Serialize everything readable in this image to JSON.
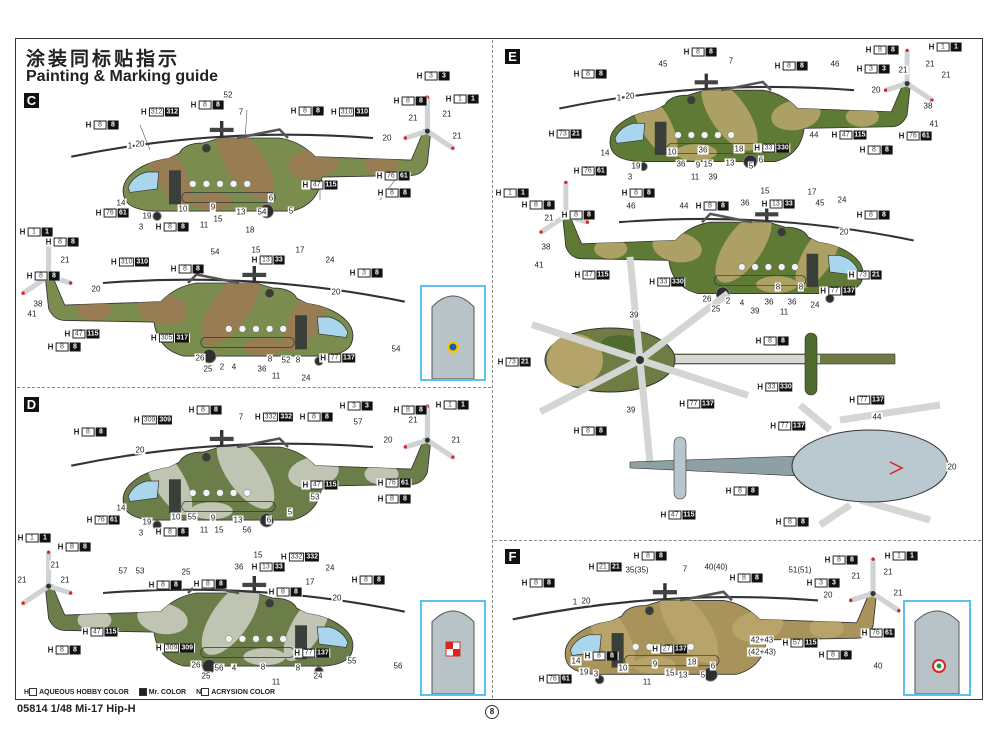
{
  "header": {
    "title_cn": "涂装同标贴指示",
    "title_en": "Painting & Marking guide"
  },
  "sections": {
    "c": "C",
    "d": "D",
    "e": "E",
    "f": "F"
  },
  "inset_labels": {
    "c": "54",
    "d": "56",
    "f": "40"
  },
  "legend": {
    "aqueous_prefix": "H",
    "aqueous": "AQUEOUS HOBBY COLOR",
    "mr": "Mr. COLOR",
    "acrysion_prefix": "N",
    "acrysion": "ACRYSION COLOR"
  },
  "footer": {
    "product": "05814 1/48 Mi-17 Hip-H",
    "page": "8"
  },
  "colors": {
    "accent_inset_border": "#5bc2ee",
    "camo_green": "#7a8c4e",
    "camo_brown": "#9b7a55",
    "sand": "#b5a46a",
    "grey_blue": "#b9c9cf"
  },
  "views": {
    "c1": {
      "numbers": [
        "52",
        "7",
        "1",
        "20",
        "14",
        "19",
        "3",
        "10",
        "11",
        "9",
        "15",
        "13",
        "18",
        "54",
        "6",
        "5",
        "20",
        "21",
        "21",
        "21"
      ],
      "chips": [
        {
          "a": "8",
          "b": "8"
        },
        {
          "a": "312",
          "b": "312"
        },
        {
          "a": "8",
          "b": "8"
        },
        {
          "a": "8",
          "b": "8"
        },
        {
          "a": "310",
          "b": "310"
        },
        {
          "a": "8",
          "b": "8"
        },
        {
          "a": "1",
          "b": "1"
        },
        {
          "a": "3",
          "b": "3"
        },
        {
          "a": "76",
          "b": "61"
        },
        {
          "a": "8",
          "b": "8"
        },
        {
          "a": "47",
          "b": "115"
        },
        {
          "a": "76",
          "b": "61"
        },
        {
          "a": "8",
          "b": "8"
        }
      ]
    },
    "c2": {
      "numbers": [
        "54",
        "15",
        "17",
        "24",
        "20",
        "21",
        "38",
        "20",
        "41",
        "26",
        "25",
        "2",
        "4",
        "36",
        "8",
        "11",
        "52",
        "8",
        "24"
      ],
      "chips": [
        {
          "a": "1",
          "b": "1"
        },
        {
          "a": "8",
          "b": "8"
        },
        {
          "a": "8",
          "b": "8"
        },
        {
          "a": "310",
          "b": "310"
        },
        {
          "a": "8",
          "b": "8"
        },
        {
          "a": "13",
          "b": "33"
        },
        {
          "a": "3",
          "b": "8"
        },
        {
          "a": "47",
          "b": "115"
        },
        {
          "a": "8",
          "b": "8"
        },
        {
          "a": "305",
          "b": "317"
        },
        {
          "a": "77",
          "b": "137"
        }
      ]
    },
    "d1": {
      "numbers": [
        "7",
        "57",
        "20",
        "14",
        "19",
        "3",
        "10",
        "55",
        "9",
        "11",
        "15",
        "13",
        "56",
        "6",
        "5",
        "53",
        "20",
        "21",
        "21"
      ],
      "chips": [
        {
          "a": "8",
          "b": "8"
        },
        {
          "a": "309",
          "b": "309"
        },
        {
          "a": "8",
          "b": "8"
        },
        {
          "a": "332",
          "b": "332"
        },
        {
          "a": "8",
          "b": "8"
        },
        {
          "a": "8",
          "b": "8"
        },
        {
          "a": "1",
          "b": "1"
        },
        {
          "a": "3",
          "b": "3"
        },
        {
          "a": "47",
          "b": "115"
        },
        {
          "a": "76",
          "b": "61"
        },
        {
          "a": "8",
          "b": "8"
        },
        {
          "a": "76",
          "b": "61"
        },
        {
          "a": "8",
          "b": "8"
        }
      ]
    },
    "d2": {
      "numbers": [
        "21",
        "21",
        "21",
        "57",
        "53",
        "25",
        "36",
        "15",
        "17",
        "24",
        "20",
        "26",
        "25",
        "56",
        "4",
        "8",
        "11",
        "8",
        "24",
        "55"
      ],
      "chips": [
        {
          "a": "1",
          "b": "1"
        },
        {
          "a": "8",
          "b": "8"
        },
        {
          "a": "8",
          "b": "8"
        },
        {
          "a": "8",
          "b": "8"
        },
        {
          "a": "8",
          "b": "8"
        },
        {
          "a": "332",
          "b": "332"
        },
        {
          "a": "13",
          "b": "33"
        },
        {
          "a": "8",
          "b": "8"
        },
        {
          "a": "47",
          "b": "115"
        },
        {
          "a": "8",
          "b": "8"
        },
        {
          "a": "309",
          "b": "309"
        },
        {
          "a": "77",
          "b": "137"
        }
      ]
    },
    "e1": {
      "numbers": [
        "45",
        "7",
        "46",
        "1",
        "20",
        "14",
        "19",
        "3",
        "10",
        "36",
        "9",
        "11",
        "36",
        "15",
        "39",
        "13",
        "18",
        "5",
        "6",
        "44",
        "20",
        "21",
        "21",
        "38",
        "41",
        "21"
      ],
      "chips": [
        {
          "a": "8",
          "b": "8"
        },
        {
          "a": "8",
          "b": "8"
        },
        {
          "a": "8",
          "b": "8"
        },
        {
          "a": "3",
          "b": "3"
        },
        {
          "a": "8",
          "b": "8"
        },
        {
          "a": "1",
          "b": "1"
        },
        {
          "a": "73",
          "b": "21"
        },
        {
          "a": "76",
          "b": "61"
        },
        {
          "a": "8",
          "b": "8"
        },
        {
          "a": "33",
          "b": "330"
        },
        {
          "a": "47",
          "b": "115"
        },
        {
          "a": "76",
          "b": "61"
        },
        {
          "a": "8",
          "b": "8"
        }
      ]
    },
    "e2": {
      "numbers": [
        "15",
        "17",
        "45",
        "24",
        "46",
        "44",
        "36",
        "20",
        "21",
        "38",
        "41",
        "26",
        "25",
        "2",
        "4",
        "39",
        "36",
        "8",
        "11",
        "36",
        "8",
        "24"
      ],
      "chips": [
        {
          "a": "1",
          "b": "1"
        },
        {
          "a": "8",
          "b": "8"
        },
        {
          "a": "8",
          "b": "8"
        },
        {
          "a": "8",
          "b": "8"
        },
        {
          "a": "13",
          "b": "33"
        },
        {
          "a": "8",
          "b": "8"
        },
        {
          "a": "47",
          "b": "115"
        },
        {
          "a": "33",
          "b": "330"
        },
        {
          "a": "73",
          "b": "21"
        },
        {
          "a": "77",
          "b": "137"
        }
      ]
    },
    "e3": {
      "numbers": [
        "39",
        "39"
      ],
      "chips": [
        {
          "a": "73",
          "b": "21"
        },
        {
          "a": "8",
          "b": "8"
        },
        {
          "a": "33",
          "b": "330"
        },
        {
          "a": "77",
          "b": "137"
        },
        {
          "a": "8",
          "b": "8"
        }
      ]
    },
    "e4": {
      "numbers": [
        "44",
        "20"
      ],
      "chips": [
        {
          "a": "77",
          "b": "137"
        },
        {
          "a": "77",
          "b": "137"
        },
        {
          "a": "8",
          "b": "8"
        },
        {
          "a": "47",
          "b": "115"
        },
        {
          "a": "8",
          "b": "8"
        }
      ]
    },
    "f": {
      "numbers": [
        "1",
        "20",
        "35(35)",
        "7",
        "40(40)",
        "51(51)",
        "20",
        "21",
        "21",
        "21",
        "14",
        "19",
        "3",
        "10",
        "11",
        "9",
        "15",
        "13",
        "18",
        "5",
        "6",
        "42+43",
        "(42+43)"
      ],
      "chips": [
        {
          "a": "8",
          "b": "8"
        },
        {
          "a": "21",
          "b": "21"
        },
        {
          "a": "8",
          "b": "8"
        },
        {
          "a": "8",
          "b": "8"
        },
        {
          "a": "8",
          "b": "8"
        },
        {
          "a": "1",
          "b": "1"
        },
        {
          "a": "3",
          "b": "3"
        },
        {
          "a": "57",
          "b": "115"
        },
        {
          "a": "8",
          "b": "8"
        },
        {
          "a": "76",
          "b": "61"
        },
        {
          "a": "76",
          "b": "61"
        },
        {
          "a": "8",
          "b": "8"
        },
        {
          "a": "27",
          "b": "137"
        }
      ]
    }
  }
}
